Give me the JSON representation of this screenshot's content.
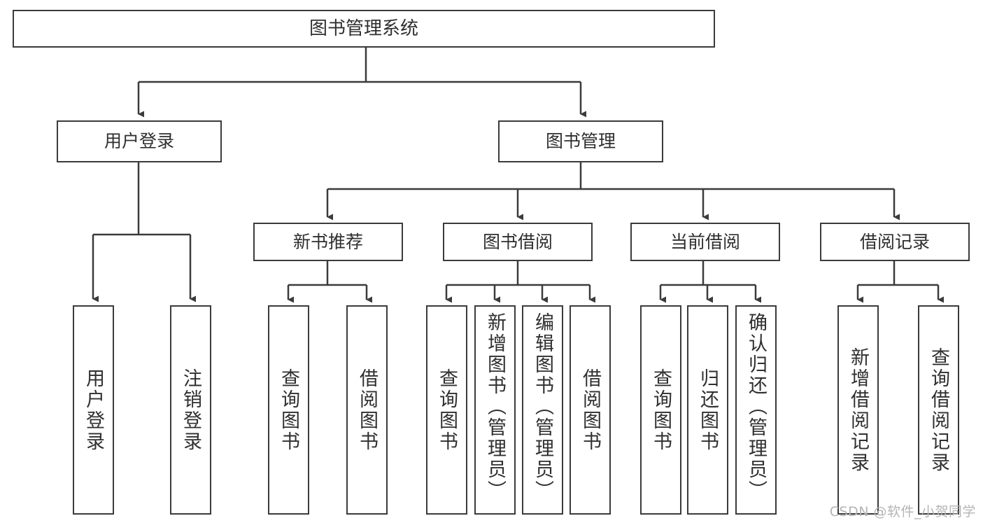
{
  "diagram": {
    "type": "tree",
    "title": "图书管理系统",
    "watermark": "CSDN @软件_小贺同学",
    "colors": {
      "stroke": "#3b3b3b",
      "fill": "#ffffff",
      "text": "#2f2f2f",
      "watermark": "#b4b4b4"
    },
    "root": {
      "label": "图书管理系统"
    },
    "level1": [
      {
        "label": "用户登录"
      },
      {
        "label": "图书管理"
      }
    ],
    "level2": [
      {
        "label": "新书推荐"
      },
      {
        "label": "图书借阅"
      },
      {
        "label": "当前借阅"
      },
      {
        "label": "借阅记录"
      }
    ],
    "leaves": {
      "user_login": [
        {
          "label": "用户登录"
        },
        {
          "label": "注销登录"
        }
      ],
      "new_book_recommend": [
        {
          "label": "查询图书"
        },
        {
          "label": "借阅图书"
        }
      ],
      "book_borrow": [
        {
          "label": "查询图书"
        },
        {
          "label": "新增图书（管理员）"
        },
        {
          "label": "编辑图书（管理员）"
        },
        {
          "label": "借阅图书"
        }
      ],
      "current_borrow": [
        {
          "label": "查询图书"
        },
        {
          "label": "归还图书"
        },
        {
          "label": "确认归还（管理员）"
        }
      ],
      "borrow_record": [
        {
          "label": "新增借阅记录"
        },
        {
          "label": "查询借阅记录"
        }
      ]
    }
  }
}
